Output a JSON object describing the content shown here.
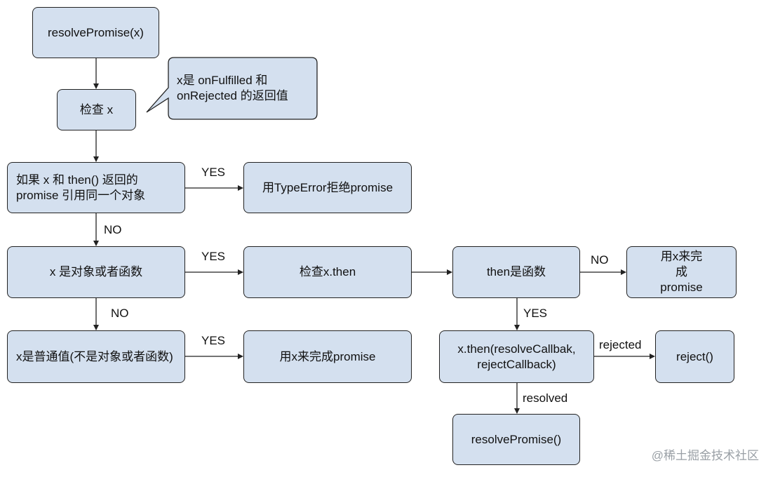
{
  "nodes": {
    "resolve_promise_x": "resolvePromise(x)",
    "check_x": "检查 x",
    "note_callout": "x是 onFulfilled 和 onRejected 的返回值",
    "same_ref_check": "如果 x 和 then() 返回的 promise 引用同一个对象",
    "reject_typeerror": "用TypeError拒绝promise",
    "is_object_or_function": "x 是对象或者函数",
    "check_x_then": "检查x.then",
    "then_is_function": "then是函数",
    "fulfill_with_x_1": "用x来完成 promise",
    "plain_value": "x是普通值(不是对象或者函数)",
    "fulfill_with_x_2": "用x来完成promise",
    "call_then": "x.then(resolveCallbak, rejectCallback)",
    "reject_call": "reject()",
    "resolve_promise_call": "resolvePromise()"
  },
  "edge_labels": {
    "same_ref_yes": "YES",
    "same_ref_no": "NO",
    "object_yes": "YES",
    "object_no": "NO",
    "plain_yes": "YES",
    "then_fn_no": "NO",
    "then_fn_yes": "YES",
    "rejected": "rejected",
    "resolved": "resolved"
  },
  "watermark": "@稀土掘金技术社区",
  "colors": {
    "node_fill": "#d4e0ef",
    "node_border": "#222222",
    "edge": "#222222"
  }
}
